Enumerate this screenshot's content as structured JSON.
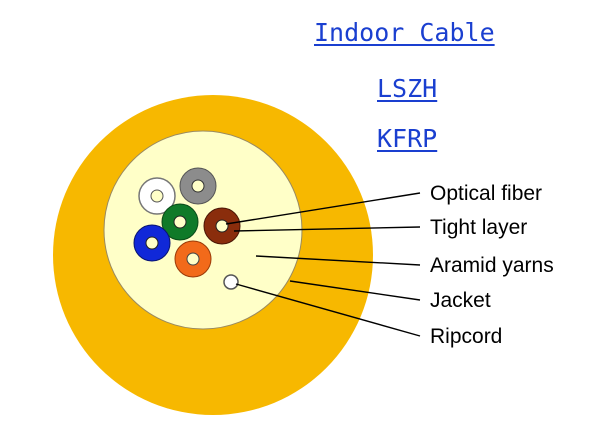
{
  "titles": {
    "main": "Indoor Cable",
    "sub1": "LSZH",
    "sub2": "KFRP"
  },
  "labels": {
    "optical_fiber": "Optical fiber",
    "tight_layer": "Tight layer",
    "aramid_yarns": "Aramid yarns",
    "jacket": "Jacket",
    "ripcord": "Ripcord"
  },
  "colors": {
    "jacket": "#f7b800",
    "aramid": "#ffffc8",
    "link": "#1a3fd0",
    "fiber_white": "#ffffff",
    "fiber_gray": "#8c8c8c",
    "fiber_green": "#0f7a28",
    "fiber_brown": "#8a2d0c",
    "fiber_blue": "#1028d8",
    "fiber_orange": "#f26a1a"
  }
}
